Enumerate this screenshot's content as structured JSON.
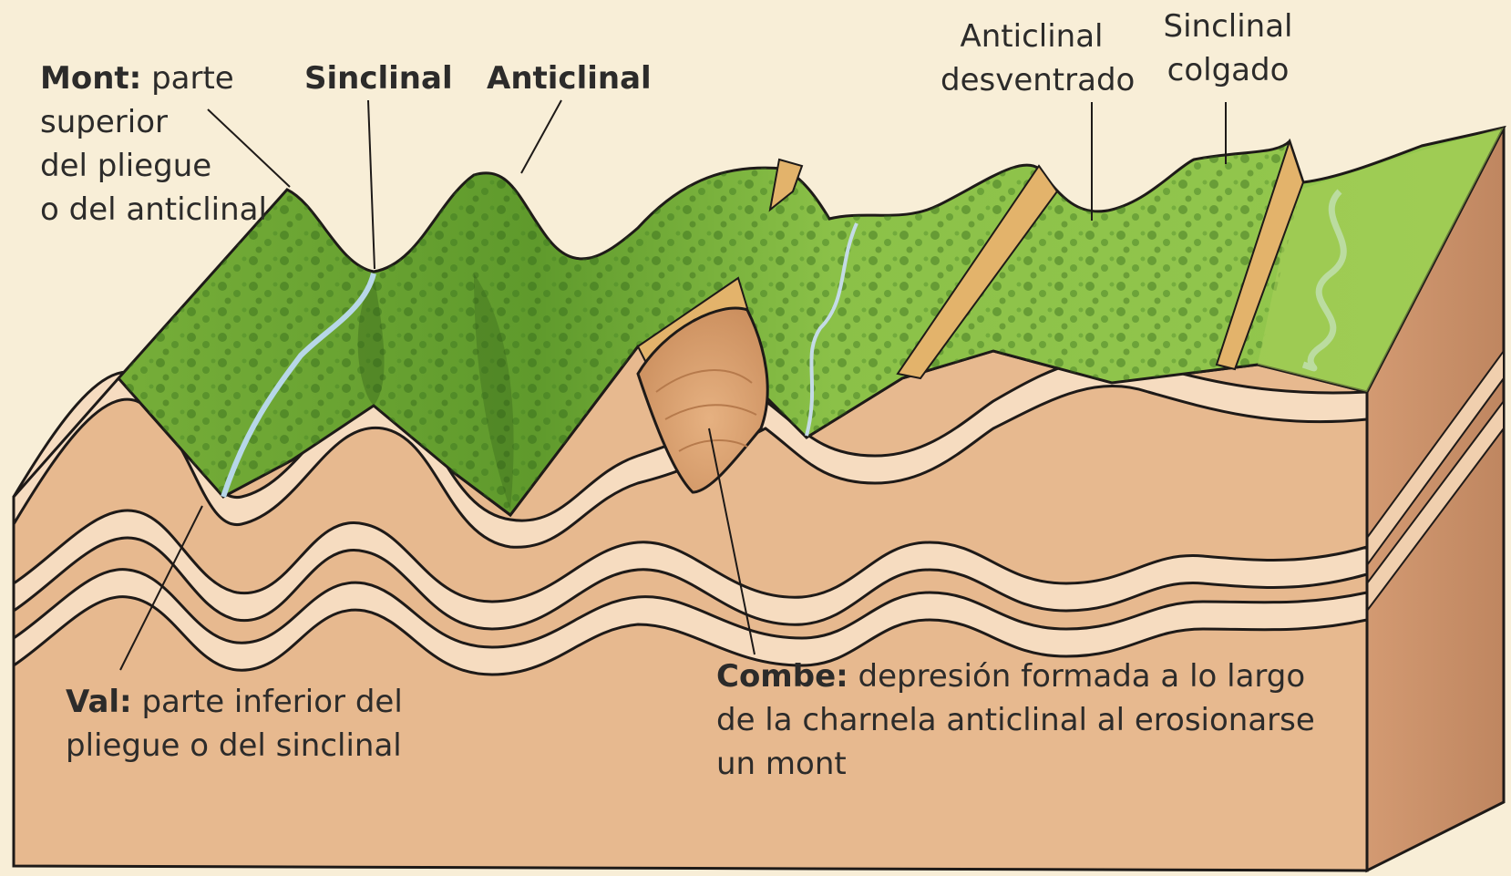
{
  "labels": {
    "mont": {
      "term": "Mont:",
      "desc": "parte",
      "lines": [
        "superior",
        "del pliegue",
        "o del anticlinal"
      ]
    },
    "sinclinal": "Sinclinal",
    "anticlinal": "Anticlinal",
    "anticlinal_desventrado": [
      "Anticlinal",
      "desventrado"
    ],
    "sinclinal_colgado": [
      "Sinclinal",
      "colgado"
    ],
    "val": {
      "term": "Val:",
      "desc": "parte inferior del",
      "line2": "pliegue o del sinclinal"
    },
    "combe": {
      "term": "Combe:",
      "desc": "depresión formada a lo largo",
      "line2": "de la charnela anticlinal al erosionarse",
      "line3": "un mont"
    }
  },
  "colors": {
    "background": "#f8eed7",
    "rock": "#e7b98f",
    "rock_side": "#cf9770",
    "light_layer": "#f6dcc0",
    "vegetation": "#7fb23e",
    "vegetation_dark": "#3f7a1e",
    "river": "#b7d7e8",
    "outcrop": "#e3b36b",
    "outline": "#1e1a18"
  }
}
